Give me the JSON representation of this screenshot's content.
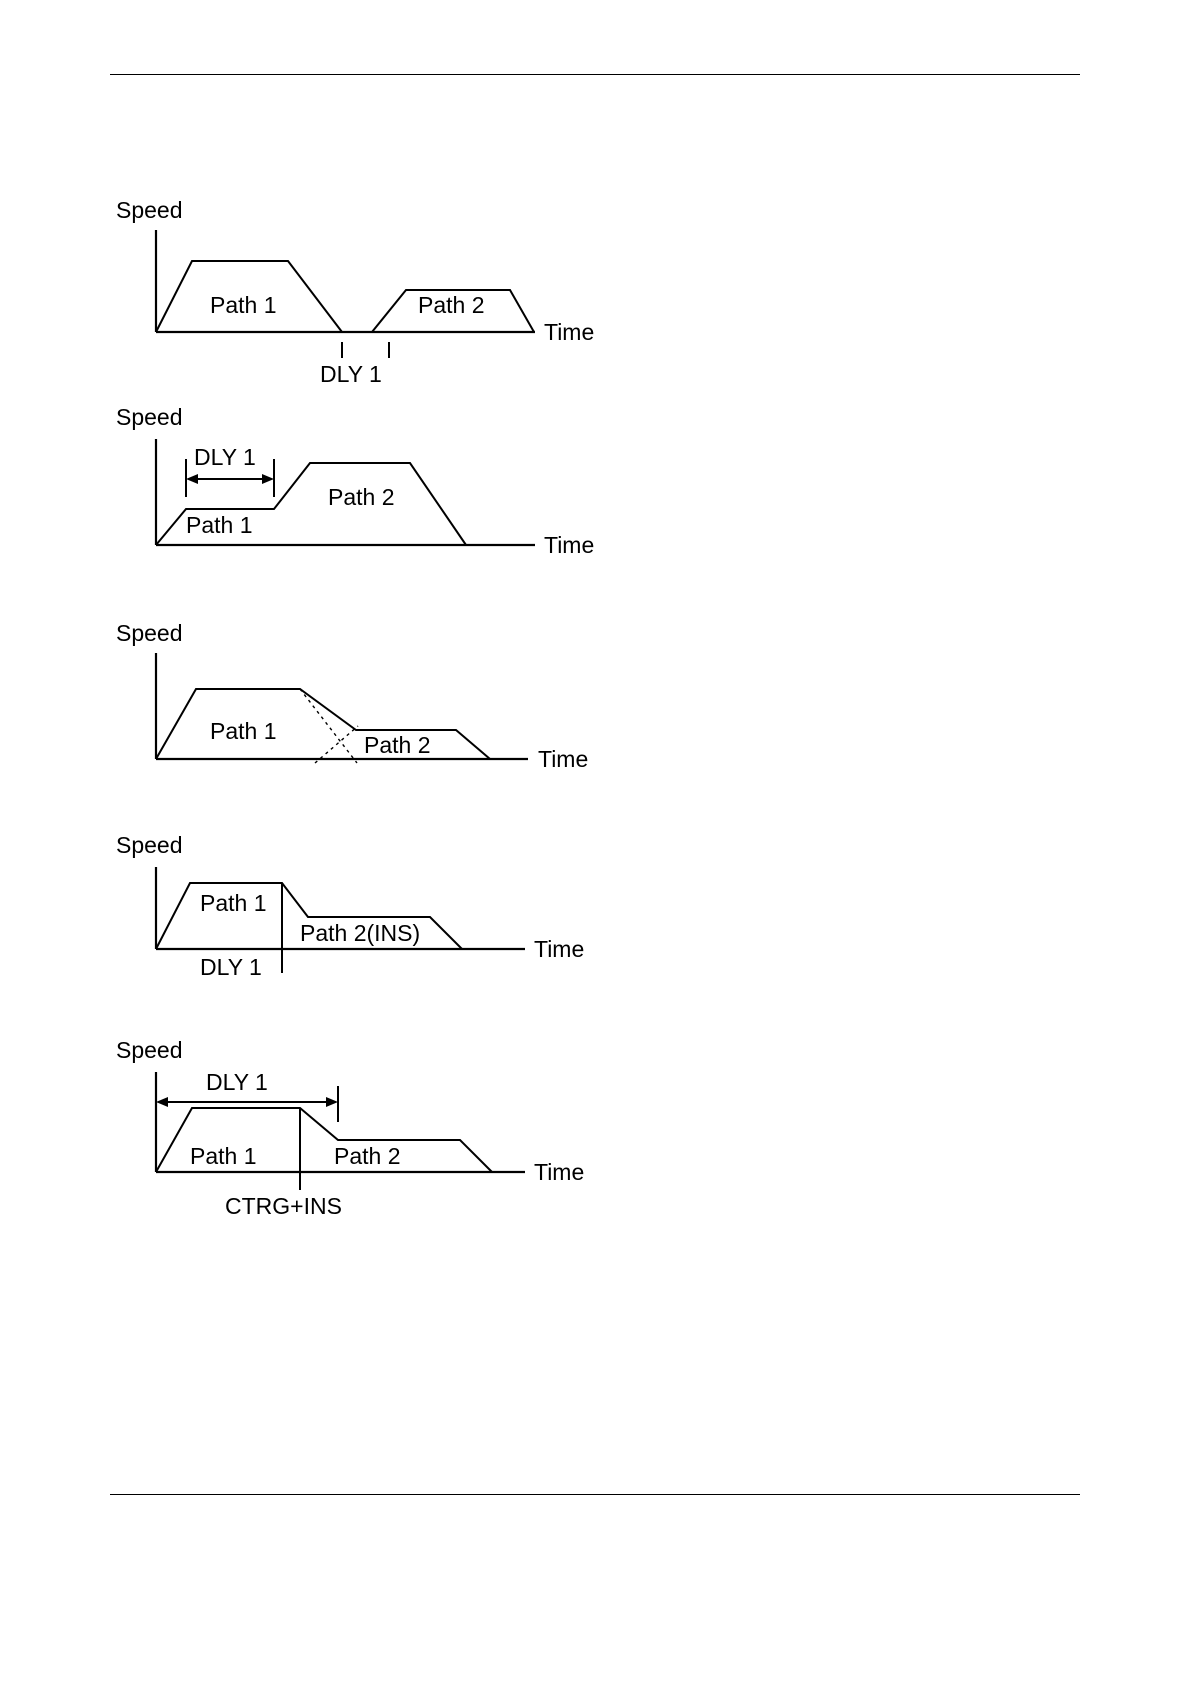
{
  "page": {
    "background_color": "#ffffff",
    "line_color": "#000000",
    "rules": [
      "top-horizontal-rule",
      "bottom-horizontal-rule"
    ]
  },
  "figures": [
    {
      "id": "fig-1",
      "axis_y_label": "Speed",
      "axis_x_label": "Time",
      "labels": {
        "path1": "Path 1",
        "path2": "Path 2",
        "delay": "DLY 1"
      },
      "description": "Path 1 trapezoid decelerates to zero, DLY 1 dwell at zero speed, then Path 2 trapezoid"
    },
    {
      "id": "fig-2",
      "axis_y_label": "Speed",
      "axis_x_label": "Time",
      "labels": {
        "path1": "Path 1",
        "path2": "Path 2",
        "delay": "DLY 1"
      },
      "description": "Path 1 low plateau held for DLY 1 measured by double-headed arrow, then accelerates into Path 2 high plateau"
    },
    {
      "id": "fig-3",
      "axis_y_label": "Speed",
      "axis_x_label": "Time",
      "labels": {
        "path1": "Path 1",
        "path2": "Path 2"
      },
      "description": "Path 1 plateau blends into Path 2 with dotted crossing lines showing overlapped deceleration and acceleration"
    },
    {
      "id": "fig-4",
      "axis_y_label": "Speed",
      "axis_x_label": "Time",
      "labels": {
        "path1": "Path 1",
        "path2": "Path 2(INS)",
        "delay": "DLY 1"
      },
      "description": "Path 1 plateau interrupted by vertical DLY 1 marker, Path 2(INS) continues at lower plateau"
    },
    {
      "id": "fig-5",
      "axis_y_label": "Speed",
      "axis_x_label": "Time",
      "labels": {
        "path1": "Path 1",
        "path2": "Path 2",
        "delay": "DLY 1",
        "trigger": "CTRG+INS"
      },
      "description": "DLY 1 double-headed arrow spans from origin past Path 1 plateau; CTRG+INS vertical marker where Path 1 transitions to Path 2"
    }
  ]
}
